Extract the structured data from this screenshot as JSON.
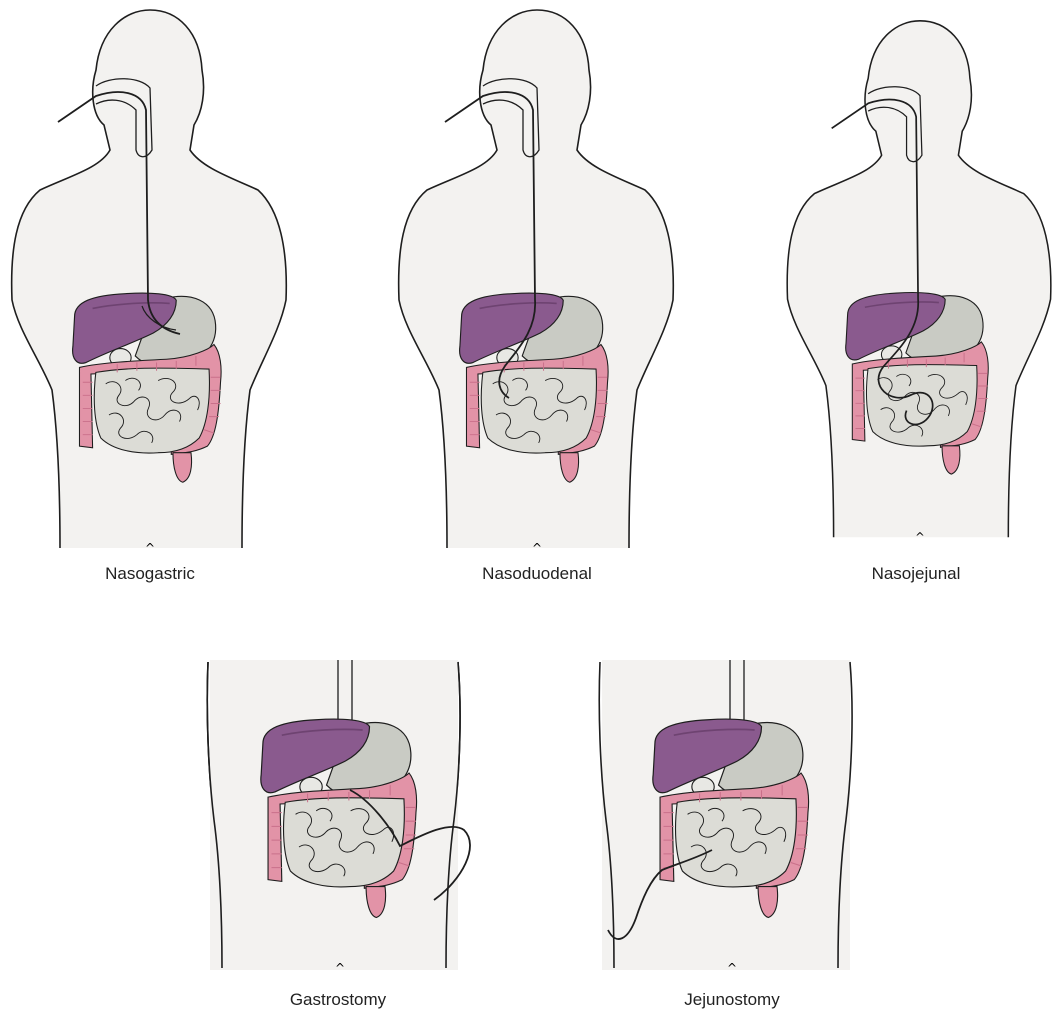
{
  "panels": [
    {
      "id": "nasogastric",
      "caption": "Nasogastric",
      "tube_route": "nose-to-stomach"
    },
    {
      "id": "nasoduodenal",
      "caption": "Nasoduodenal",
      "tube_route": "nose-to-duodenum"
    },
    {
      "id": "nasojejunal",
      "caption": "Nasojejunal",
      "tube_route": "nose-to-jejunum"
    },
    {
      "id": "gastrostomy",
      "caption": "Gastrostomy",
      "tube_route": "abdominal-wall-to-stomach"
    },
    {
      "id": "jejunostomy",
      "caption": "Jejunostomy",
      "tube_route": "abdominal-wall-to-jejunum"
    }
  ],
  "colors": {
    "skin": "#f3f2f0",
    "outline": "#1e1e1e",
    "liver": "#8a5a8e",
    "liver_dark": "#6e4371",
    "stomach": "#c9cbc4",
    "intestine": "#dcdcd6",
    "colon": "#e293a7",
    "colon_dark": "#c9708a",
    "tube": "#1e1e1e"
  }
}
